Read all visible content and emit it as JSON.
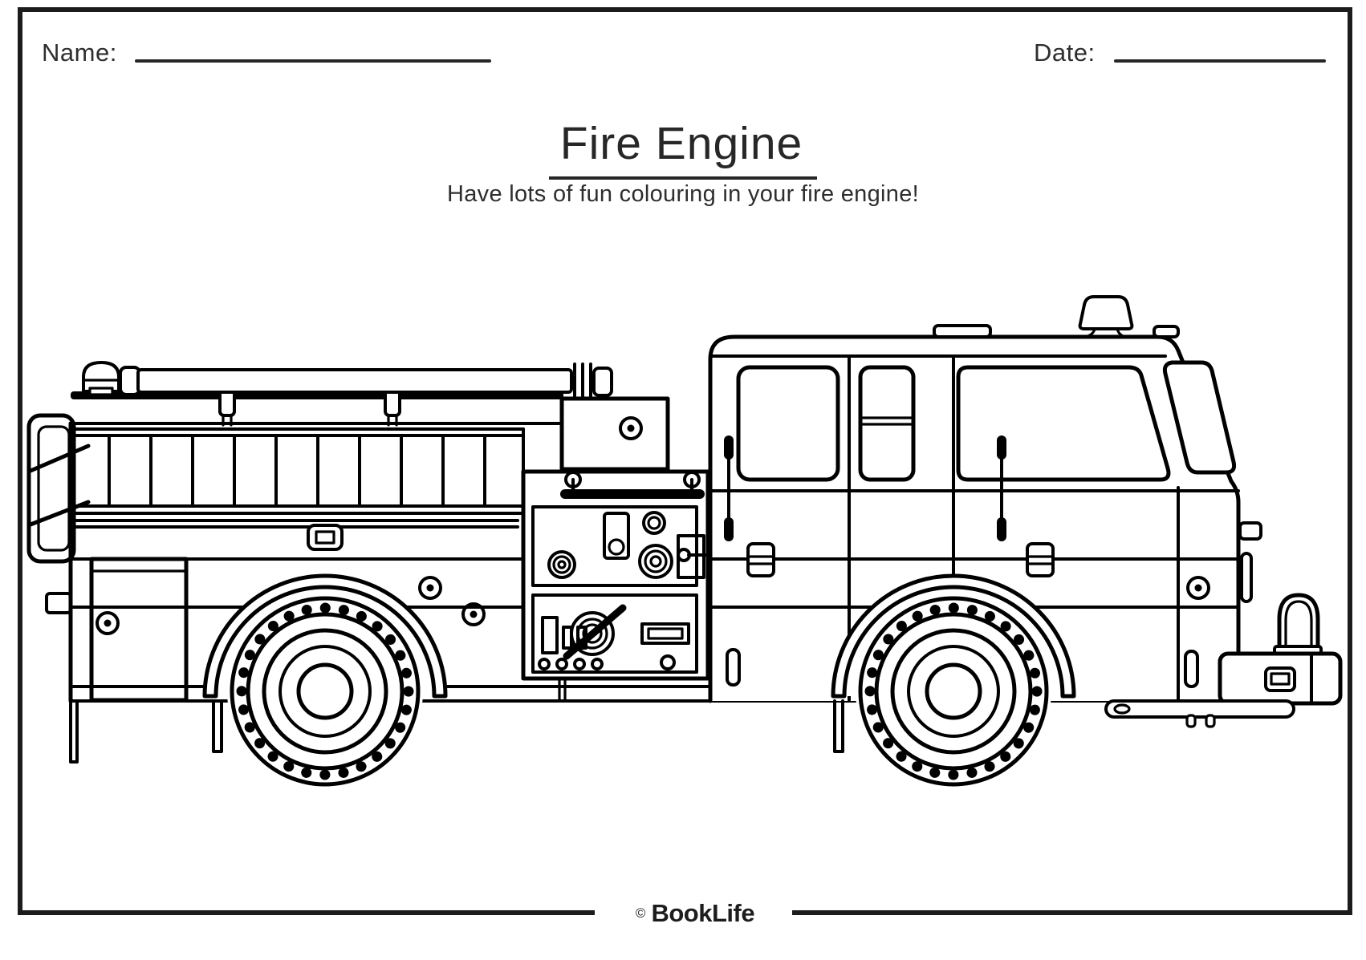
{
  "page": {
    "background": "#ffffff",
    "ink_color": "#000000",
    "text_color": "#2a2a2a",
    "border_color": "#1c1c1c",
    "header": {
      "name_label": "Name:",
      "date_label": "Date:"
    },
    "title": "Fire Engine",
    "subtitle": "Have lots of fun colouring in your fire engine!",
    "footer": {
      "copyright": "©",
      "brand": "BookLife"
    },
    "illustration": {
      "alt": "Black and white outline drawing of a fire engine with rear ladder, suction hose, pump control panel, crew cab, beacon lights, bell, front bumper and two treaded wheels, ready to colour in"
    }
  }
}
